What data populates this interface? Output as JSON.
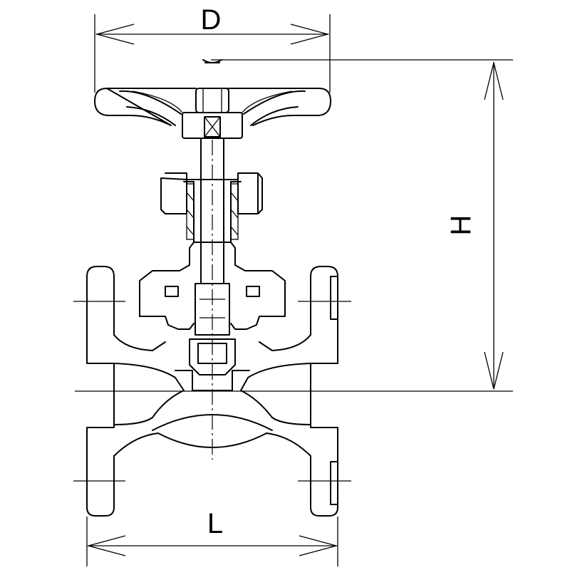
{
  "dimensions": {
    "diameter_label": "D",
    "height_label": "H",
    "length_label": "L"
  },
  "colors": {
    "line": "#000000",
    "background": "#ffffff"
  }
}
